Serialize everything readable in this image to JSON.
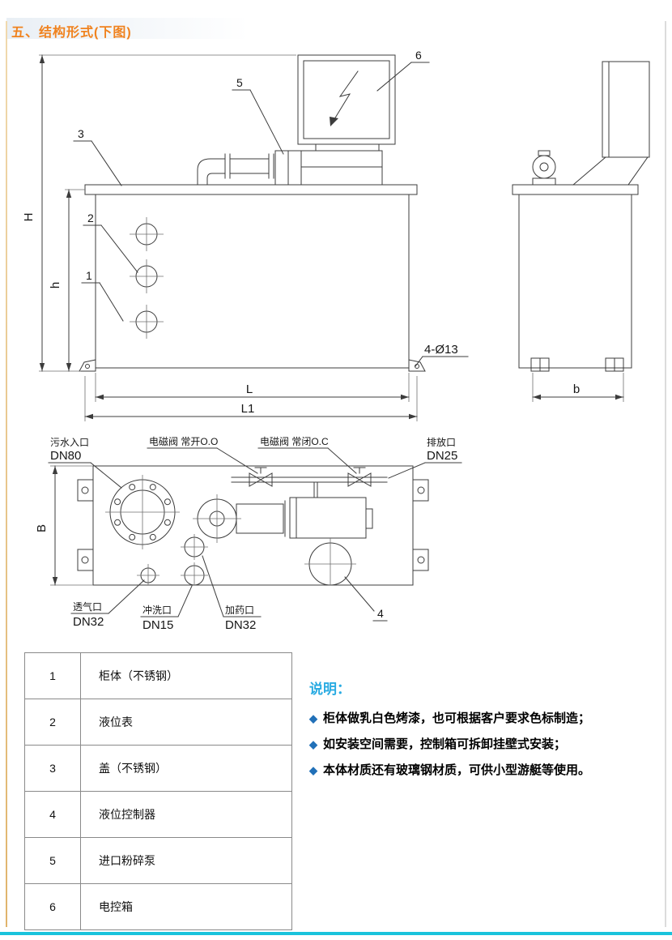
{
  "page": {
    "title": "五、结构形式(下图)"
  },
  "colors": {
    "title_orange": "#f0821e",
    "notes_cyan": "#29abe2",
    "bullet_blue": "#2170b8",
    "frame_tan": "#e0b46c",
    "frame_cyan": "#19c3dc",
    "line": "#3c3c3c"
  },
  "drawing": {
    "dims": {
      "H": "H",
      "h": "h",
      "L": "L",
      "L1": "L1",
      "B": "B",
      "b": "b",
      "foot_holes": "4-Ø13"
    },
    "callouts": [
      "1",
      "2",
      "3",
      "4",
      "5",
      "6"
    ],
    "labels": {
      "inlet": "污水入口",
      "inlet_dn": "DN80",
      "valve_no": "电磁阀 常开O.O",
      "valve_nc": "电磁阀 常闭O.C",
      "drain": "排放口",
      "drain_dn": "DN25",
      "vent": "透气口",
      "vent_dn": "DN32",
      "flush": "冲洗口",
      "flush_dn": "DN15",
      "dosing": "加药口",
      "dosing_dn": "DN32"
    }
  },
  "parts_table": {
    "rows": [
      {
        "no": "1",
        "name": "柜体（不锈钢）"
      },
      {
        "no": "2",
        "name": "液位表"
      },
      {
        "no": "3",
        "name": "盖（不锈钢）"
      },
      {
        "no": "4",
        "name": "液位控制器"
      },
      {
        "no": "5",
        "name": "进口粉碎泵"
      },
      {
        "no": "6",
        "name": "电控箱"
      }
    ]
  },
  "notes": {
    "heading": "说明：",
    "items": [
      "柜体做乳白色烤漆，也可根据客户要求色标制造；",
      "如安装空间需要，控制箱可拆卸挂壁式安装；",
      "本体材质还有玻璃钢材质，可供小型游艇等使用。"
    ]
  }
}
